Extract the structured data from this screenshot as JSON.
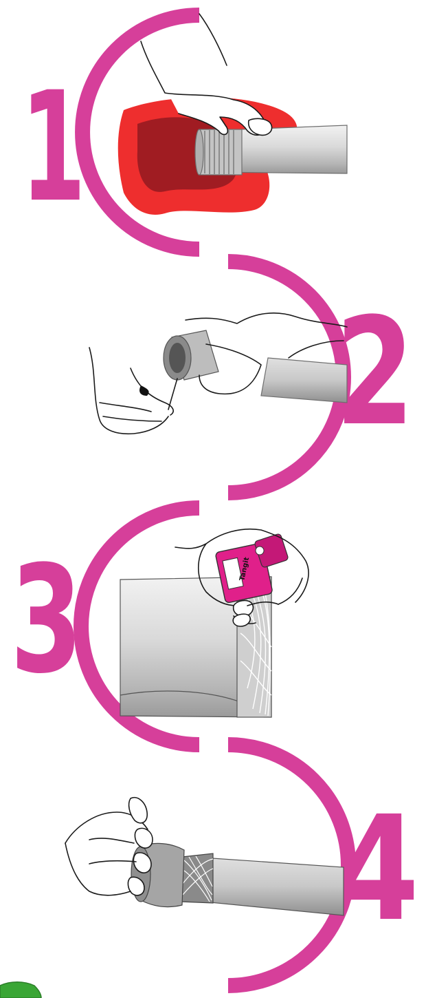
{
  "steps": [
    {
      "number": "1"
    },
    {
      "number": "2"
    },
    {
      "number": "3"
    },
    {
      "number": "4"
    }
  ],
  "product": {
    "brand": "Tangit"
  },
  "colors": {
    "accent": "#d63f9a",
    "cloth_red": "#ee2e2e",
    "cloth_dark": "#a01c22",
    "pipe_light": "#e6e6e6",
    "pipe_mid": "#bdbdbd",
    "pipe_dark": "#8a8a8a",
    "leaf_green": "#3aa635"
  },
  "icons": [
    "hand-icon",
    "cloth-icon",
    "pipe-icon",
    "thread-spool-icon",
    "leaf-icon"
  ]
}
